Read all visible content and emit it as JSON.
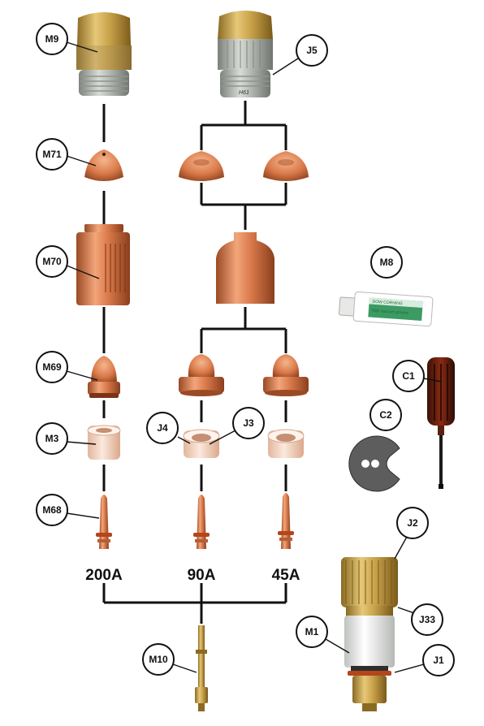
{
  "amperage": {
    "a200": "200A",
    "a90": "90A",
    "a45": "45A"
  },
  "callouts": {
    "M9": "M9",
    "J5": "J5",
    "M71": "M71",
    "M70": "M70",
    "M8": "M8",
    "M69": "M69",
    "C1": "C1",
    "M3": "M3",
    "J4": "J4",
    "J3": "J3",
    "C2": "C2",
    "M68": "M68",
    "J2": "J2",
    "J33": "J33",
    "M1": "M1",
    "M10": "M10",
    "J1": "J1"
  },
  "markings": {
    "nut_stamp": "H61",
    "tube_brand": "DOW CORNING",
    "tube_text": "high vacuum grease"
  },
  "colors": {
    "brass": "#c9a24a",
    "copper": "#d9794a",
    "steel": "#b8bdb8",
    "insulator": "#f4dccd",
    "line": "#111111"
  }
}
